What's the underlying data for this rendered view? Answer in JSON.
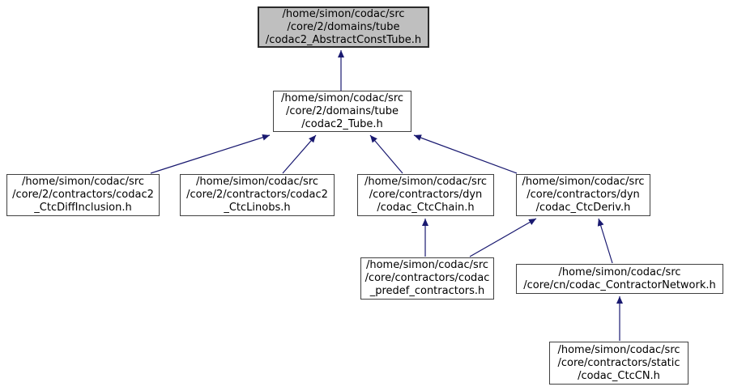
{
  "diagram": {
    "type": "include-dependency-graph",
    "colors": {
      "background": "#ffffff",
      "edge": "#191970",
      "node_border": "#404040",
      "node_fill": "#ffffff",
      "highlighted_node_fill": "#bfbfbf",
      "text": "#000000"
    },
    "nodes": [
      {
        "id": "abstract-const-tube",
        "highlighted": true,
        "lines": [
          "/home/simon/codac/src",
          "/core/2/domains/tube",
          "/codac2_AbstractConstTube.h"
        ]
      },
      {
        "id": "tube",
        "highlighted": false,
        "lines": [
          "/home/simon/codac/src",
          "/core/2/domains/tube",
          "/codac2_Tube.h"
        ]
      },
      {
        "id": "ctc-diff-inclusion",
        "highlighted": false,
        "lines": [
          "/home/simon/codac/src",
          "/core/2/contractors/codac2",
          "_CtcDiffInclusion.h"
        ]
      },
      {
        "id": "ctc-linobs",
        "highlighted": false,
        "lines": [
          "/home/simon/codac/src",
          "/core/2/contractors/codac2",
          "_CtcLinobs.h"
        ]
      },
      {
        "id": "ctc-chain",
        "highlighted": false,
        "lines": [
          "/home/simon/codac/src",
          "/core/contractors/dyn",
          "/codac_CtcChain.h"
        ]
      },
      {
        "id": "ctc-deriv",
        "highlighted": false,
        "lines": [
          "/home/simon/codac/src",
          "/core/contractors/dyn",
          "/codac_CtcDeriv.h"
        ]
      },
      {
        "id": "predef-contractors",
        "highlighted": false,
        "lines": [
          "/home/simon/codac/src",
          "/core/contractors/codac",
          "_predef_contractors.h"
        ]
      },
      {
        "id": "contractor-network",
        "highlighted": false,
        "lines": [
          "/home/simon/codac/src",
          "/core/cn/codac_ContractorNetwork.h"
        ]
      },
      {
        "id": "ctc-cn",
        "highlighted": false,
        "lines": [
          "/home/simon/codac/src",
          "/core/contractors/static",
          "/codac_CtcCN.h"
        ]
      }
    ],
    "edges": [
      {
        "from": "tube",
        "to": "abstract-const-tube"
      },
      {
        "from": "ctc-diff-inclusion",
        "to": "tube"
      },
      {
        "from": "ctc-linobs",
        "to": "tube"
      },
      {
        "from": "ctc-chain",
        "to": "tube"
      },
      {
        "from": "ctc-deriv",
        "to": "tube"
      },
      {
        "from": "predef-contractors",
        "to": "ctc-chain"
      },
      {
        "from": "predef-contractors",
        "to": "ctc-deriv"
      },
      {
        "from": "contractor-network",
        "to": "ctc-deriv"
      },
      {
        "from": "ctc-cn",
        "to": "contractor-network"
      }
    ]
  }
}
